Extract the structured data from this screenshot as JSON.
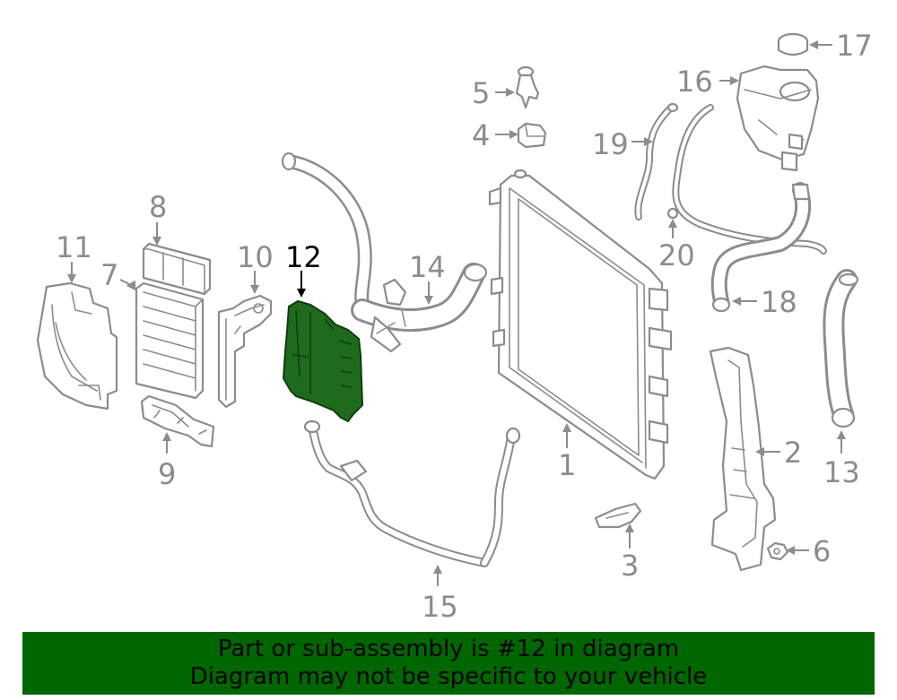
{
  "diagram": {
    "highlighted_part": "12",
    "callouts": {
      "c1": "1",
      "c2": "2",
      "c3": "3",
      "c4": "4",
      "c5": "5",
      "c6": "6",
      "c7": "7",
      "c8": "8",
      "c9": "9",
      "c10": "10",
      "c11": "11",
      "c12": "12",
      "c13": "13",
      "c14": "14",
      "c15": "15",
      "c16": "16",
      "c17": "17",
      "c18": "18",
      "c19": "19",
      "c20": "20"
    },
    "colors": {
      "line": "#8c8c8c",
      "highlight": "#1e6b1e",
      "banner": "#006600"
    }
  },
  "banner": {
    "line1": "Part or sub-assembly is #12 in diagram",
    "line2": "Diagram may not be specific to your vehicle"
  }
}
